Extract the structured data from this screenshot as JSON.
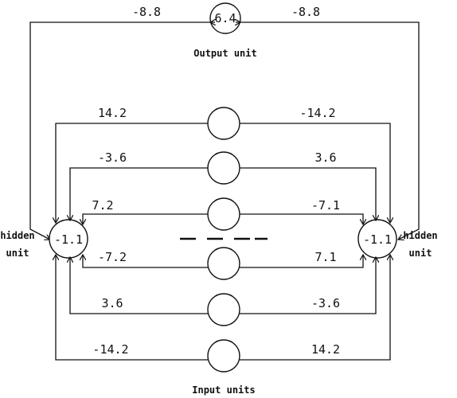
{
  "output_unit": {
    "value": "6.4",
    "caption": "Output unit"
  },
  "hidden_left": {
    "value": "-1.1",
    "caption_line1": "hidden",
    "caption_line2": "unit"
  },
  "hidden_right": {
    "value": "-1.1",
    "caption_line1": "hidden",
    "caption_line2": "unit"
  },
  "output_weights": {
    "left": "-8.8",
    "right": "-8.8"
  },
  "input_caption": "Input units",
  "input_weights": [
    {
      "left": "14.2",
      "right": "-14.2"
    },
    {
      "left": "-3.6",
      "right": "3.6"
    },
    {
      "left": "7.2",
      "right": "-7.1"
    },
    {
      "left": "-7.2",
      "right": "7.1"
    },
    {
      "left": "3.6",
      "right": "-3.6"
    },
    {
      "left": "-14.2",
      "right": "14.2"
    }
  ]
}
